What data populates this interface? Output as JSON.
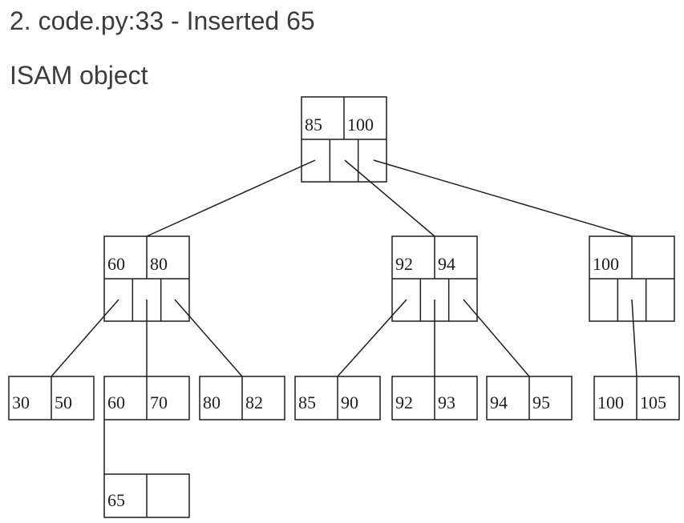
{
  "title": "2. code.py:33 - Inserted 65",
  "subtitle": "ISAM object",
  "colors": {
    "text": "#3c3c3c",
    "stroke": "#1e1e1e",
    "background": "#ffffff"
  },
  "tree": {
    "root": {
      "keys": [
        "85",
        "100"
      ]
    },
    "index_nodes": [
      {
        "keys": [
          "60",
          "80"
        ]
      },
      {
        "keys": [
          "92",
          "94"
        ]
      },
      {
        "keys": [
          "100",
          ""
        ]
      }
    ],
    "leaves": [
      {
        "keys": [
          "30",
          "50"
        ]
      },
      {
        "keys": [
          "60",
          "70"
        ]
      },
      {
        "keys": [
          "80",
          "82"
        ]
      },
      {
        "keys": [
          "85",
          "90"
        ]
      },
      {
        "keys": [
          "92",
          "93"
        ]
      },
      {
        "keys": [
          "94",
          "95"
        ]
      },
      {
        "keys": [
          "100",
          "105"
        ]
      }
    ],
    "overflow": [
      {
        "keys": [
          "65",
          ""
        ],
        "attached_to_leaf": 1
      }
    ]
  }
}
